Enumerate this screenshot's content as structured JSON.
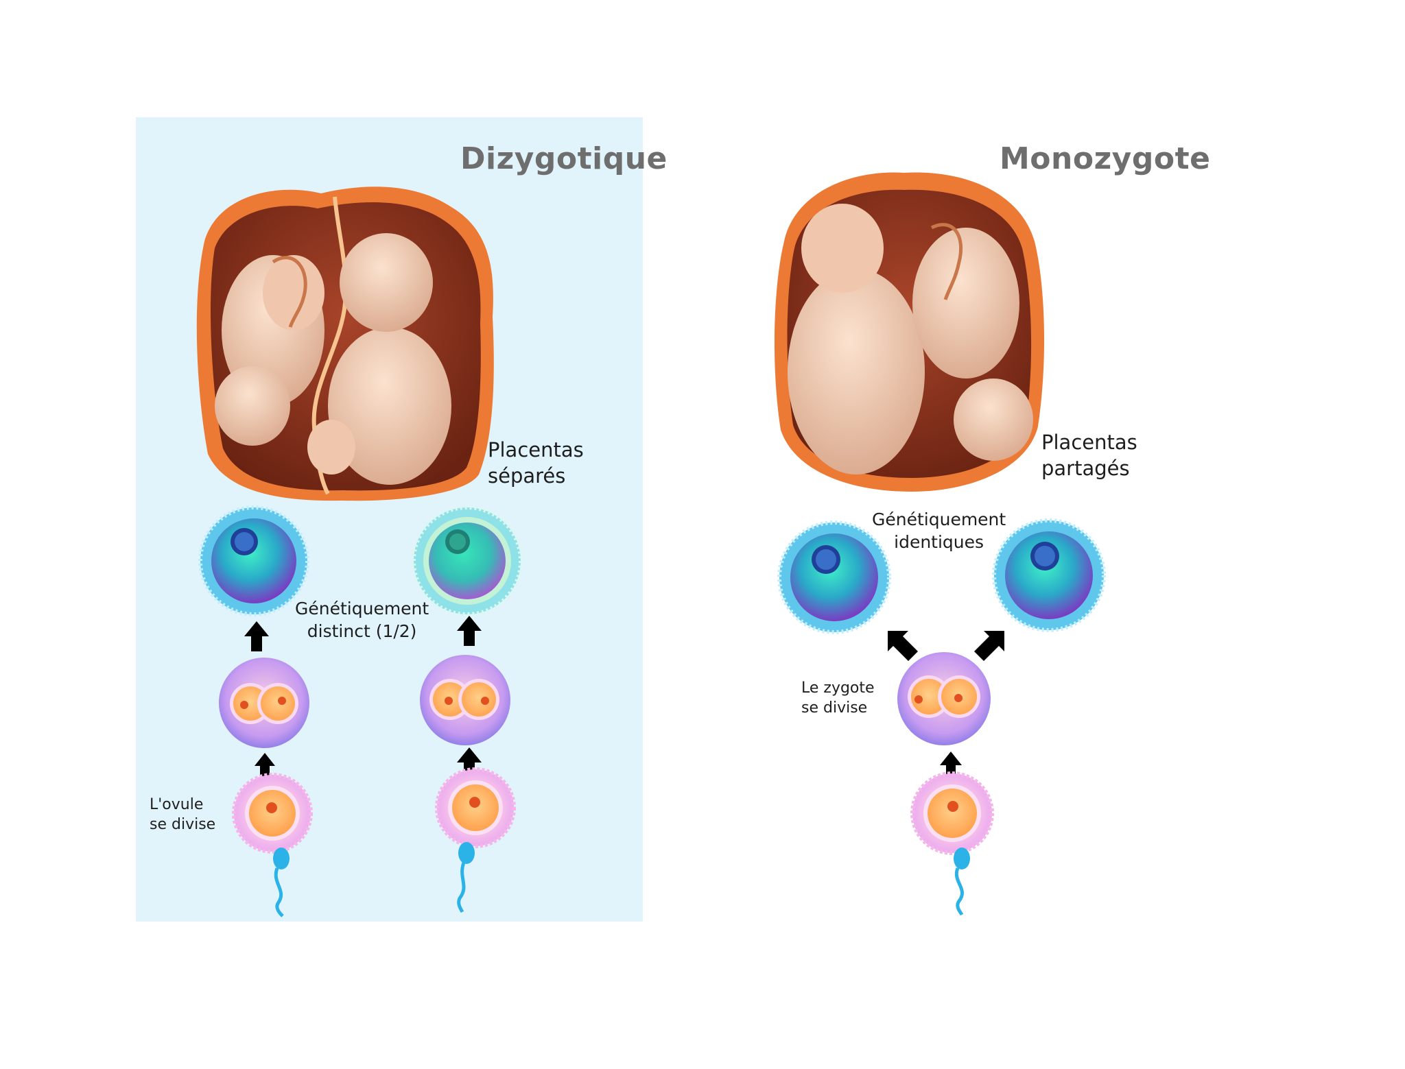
{
  "dizygotic": {
    "title": "Dizygotique",
    "placenta_label_line1": "Placentas",
    "placenta_label_line2": "séparés",
    "genetic_label_line1": "Génétiquement",
    "genetic_label_line2": "distinct (1/2)",
    "ovum_label_line1": "L'ovule",
    "ovum_label_line2": "se divise"
  },
  "monozygotic": {
    "title": "Monozygote",
    "placenta_label_line1": "Placentas",
    "placenta_label_line2": "partagés",
    "genetic_label_line1": "Génétiquement",
    "genetic_label_line2": "identiques",
    "zygote_label_line1": "Le zygote",
    "zygote_label_line2": "se divise"
  },
  "colors": {
    "panel_bg": "#e2f4fb",
    "title": "#6e6e6e",
    "uterus_outer": "#e8722f",
    "uterus_inner": "#8b2f1b",
    "skin": "#f2cdb4",
    "arrow": "#000000"
  }
}
